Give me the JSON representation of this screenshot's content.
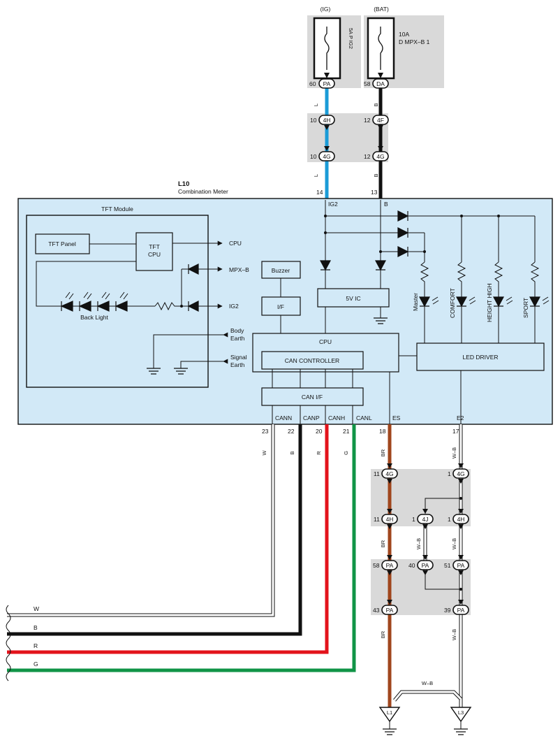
{
  "fuses": {
    "ig": {
      "supply": "(IG)",
      "rating": "5A P IG2"
    },
    "bat": {
      "supply": "(BAT)",
      "rating_amp": "10A",
      "rating_name": "D MPX–B 1"
    }
  },
  "connectors": {
    "pa_top": "PA",
    "da_top": "DA",
    "h4_top": "4H",
    "f4_top": "4F",
    "g4_a": "4G",
    "g4_b": "4G",
    "g4_br": "4G",
    "g4_wb": "4G",
    "h4_br": "4H",
    "j4": "4J",
    "h4_wb": "4H",
    "pa58": "PA",
    "pa40": "PA",
    "pa51": "PA",
    "pa43": "PA",
    "pa39": "PA"
  },
  "pins": {
    "p60": "60",
    "p58": "58",
    "p10a": "10",
    "p12a": "12",
    "p10b": "10",
    "p12b": "12",
    "p14": "14",
    "p13": "13",
    "p23": "23",
    "p22": "22",
    "p20": "20",
    "p21": "21",
    "p18": "18",
    "p17": "17",
    "p11a": "11",
    "p1a": "1",
    "p11b": "11",
    "p1b": "1",
    "p1c": "1",
    "p58b": "58",
    "p40": "40",
    "p51": "51",
    "p43": "43",
    "p39": "39"
  },
  "wires": {
    "l1": "L",
    "b1": "B",
    "l2": "L",
    "b2": "B",
    "w": "W",
    "b": "B",
    "r": "R",
    "g": "G",
    "br1": "BR",
    "wb1": "W–B",
    "br2": "BR",
    "wb2": "W–B",
    "wb3": "W–B",
    "br3": "BR",
    "wb4": "W–B",
    "wb5": "W–B",
    "left_w": "W",
    "left_b": "B",
    "left_r": "R",
    "left_g": "G"
  },
  "colors": {
    "L": "#1a9bd7",
    "B": "#111111",
    "R": "#e3131b",
    "G": "#109447",
    "BR": "#a0461d",
    "W": "#ffffff",
    "box": "#d2e9f7",
    "shade": "#d9d9d9"
  },
  "meter": {
    "code": "L10",
    "name": "Combination Meter",
    "tft_module": "TFT Module",
    "tft_panel": "TFT Panel",
    "tft_cpu_1": "TFT",
    "tft_cpu_2": "CPU",
    "arrow_cpu": "CPU",
    "arrow_mpxb": "MPX–B",
    "arrow_ig2": "IG2",
    "body_earth_1": "Body",
    "body_earth_2": "Earth",
    "signal_earth_1": "Signal",
    "signal_earth_2": "Earth",
    "back_light": "Back Light",
    "buzzer": "Buzzer",
    "if": "I/F",
    "v5ic": "5V IC",
    "cpu": "CPU",
    "can_controller": "CAN CONTROLLER",
    "can_if": "CAN I/F",
    "led_driver": "LED DRIVER",
    "leds": [
      "Master",
      "COMFORT",
      "HEIGHT HIGH",
      "SPORT"
    ],
    "terminals": {
      "ig2": "IG2",
      "b": "B",
      "cann": "CANN",
      "canp": "CANP",
      "canh": "CANH",
      "canl": "CANL",
      "es": "ES",
      "e2": "E2"
    }
  },
  "grounds": {
    "g1": "L1",
    "g2": "L3"
  }
}
